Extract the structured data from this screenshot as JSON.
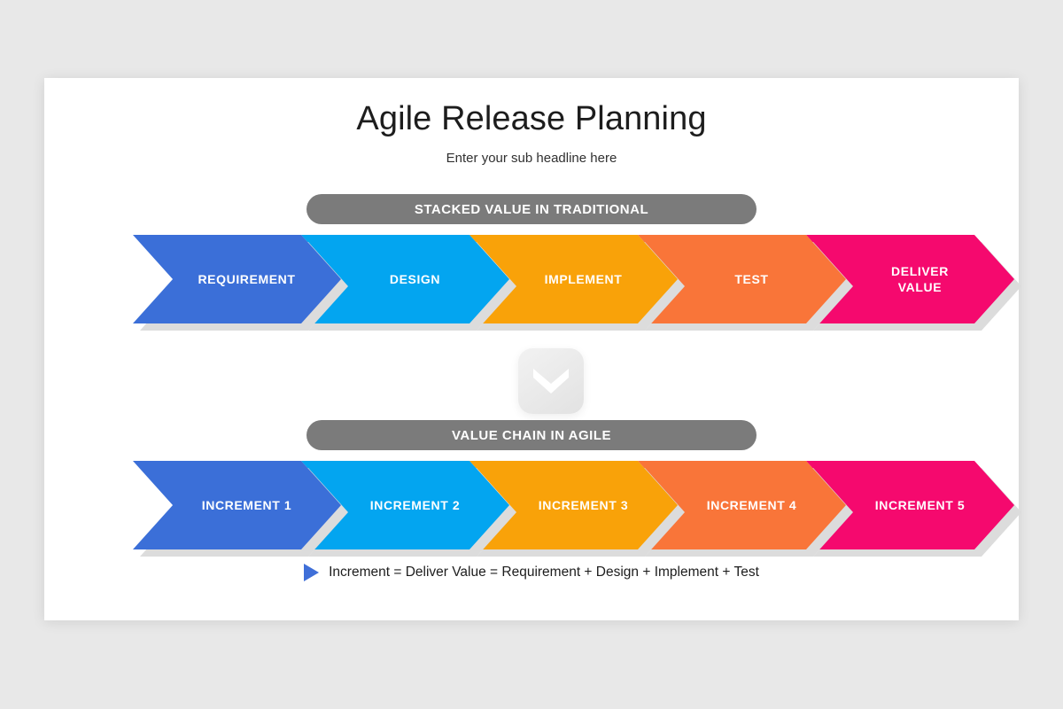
{
  "slide": {
    "title": "Agile Release Planning",
    "subtitle": "Enter your sub headline here",
    "background_color": "#e8e8e8",
    "card_color": "#ffffff"
  },
  "banners": {
    "traditional": "STACKED VALUE IN TRADITIONAL",
    "agile": "VALUE CHAIN IN AGILE",
    "color": "#7b7b7b"
  },
  "down_button": {
    "icon": "chevron-down-icon",
    "background_color": "#e8e8e8",
    "icon_color": "#ffffff"
  },
  "rows": [
    {
      "name": "stacked-value-in-traditional",
      "steps": [
        {
          "label": "REQUIREMENT",
          "color": "#3b6fd8"
        },
        {
          "label": "DESIGN",
          "color": "#03a5f0"
        },
        {
          "label": "IMPLEMENT",
          "color": "#f9a209"
        },
        {
          "label": "TEST",
          "color": "#f97539"
        },
        {
          "label": "DELIVER\nVALUE",
          "color": "#f5096e"
        }
      ]
    },
    {
      "name": "value-chain-in-agile",
      "steps": [
        {
          "label": "INCREMENT 1",
          "color": "#3b6fd8"
        },
        {
          "label": "INCREMENT 2",
          "color": "#03a5f0"
        },
        {
          "label": "INCREMENT 3",
          "color": "#f9a209"
        },
        {
          "label": "INCREMENT 4",
          "color": "#f97539"
        },
        {
          "label": "INCREMENT 5",
          "color": "#f5096e"
        }
      ]
    }
  ],
  "footer": {
    "bullet_icon": "triangle-right-icon",
    "bullet_color": "#3f6fd8",
    "text": "Increment = Deliver Value = Requirement + Design + Implement + Test"
  }
}
